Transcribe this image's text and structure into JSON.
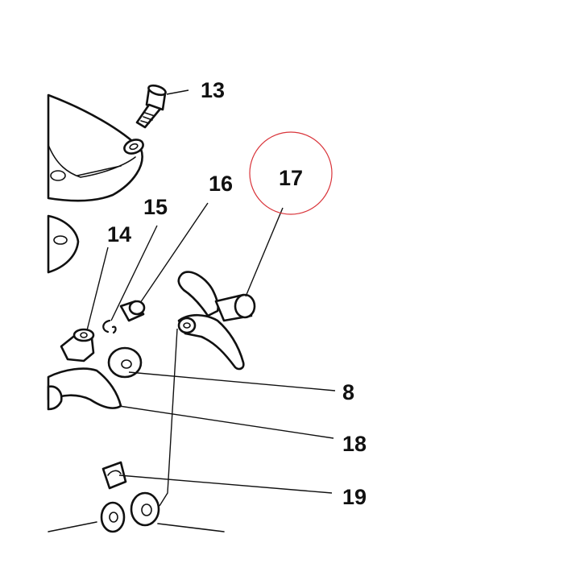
{
  "callouts": [
    {
      "id": "13",
      "label": "13"
    },
    {
      "id": "14",
      "label": "14"
    },
    {
      "id": "15",
      "label": "15"
    },
    {
      "id": "16",
      "label": "16"
    },
    {
      "id": "17",
      "label": "17"
    },
    {
      "id": "8",
      "label": "8"
    },
    {
      "id": "18",
      "label": "18"
    },
    {
      "id": "19",
      "label": "19"
    }
  ],
  "highlight": {
    "target": "17",
    "color": "#d9343a"
  },
  "colors": {
    "line": "#111111",
    "background": "#ffffff"
  }
}
